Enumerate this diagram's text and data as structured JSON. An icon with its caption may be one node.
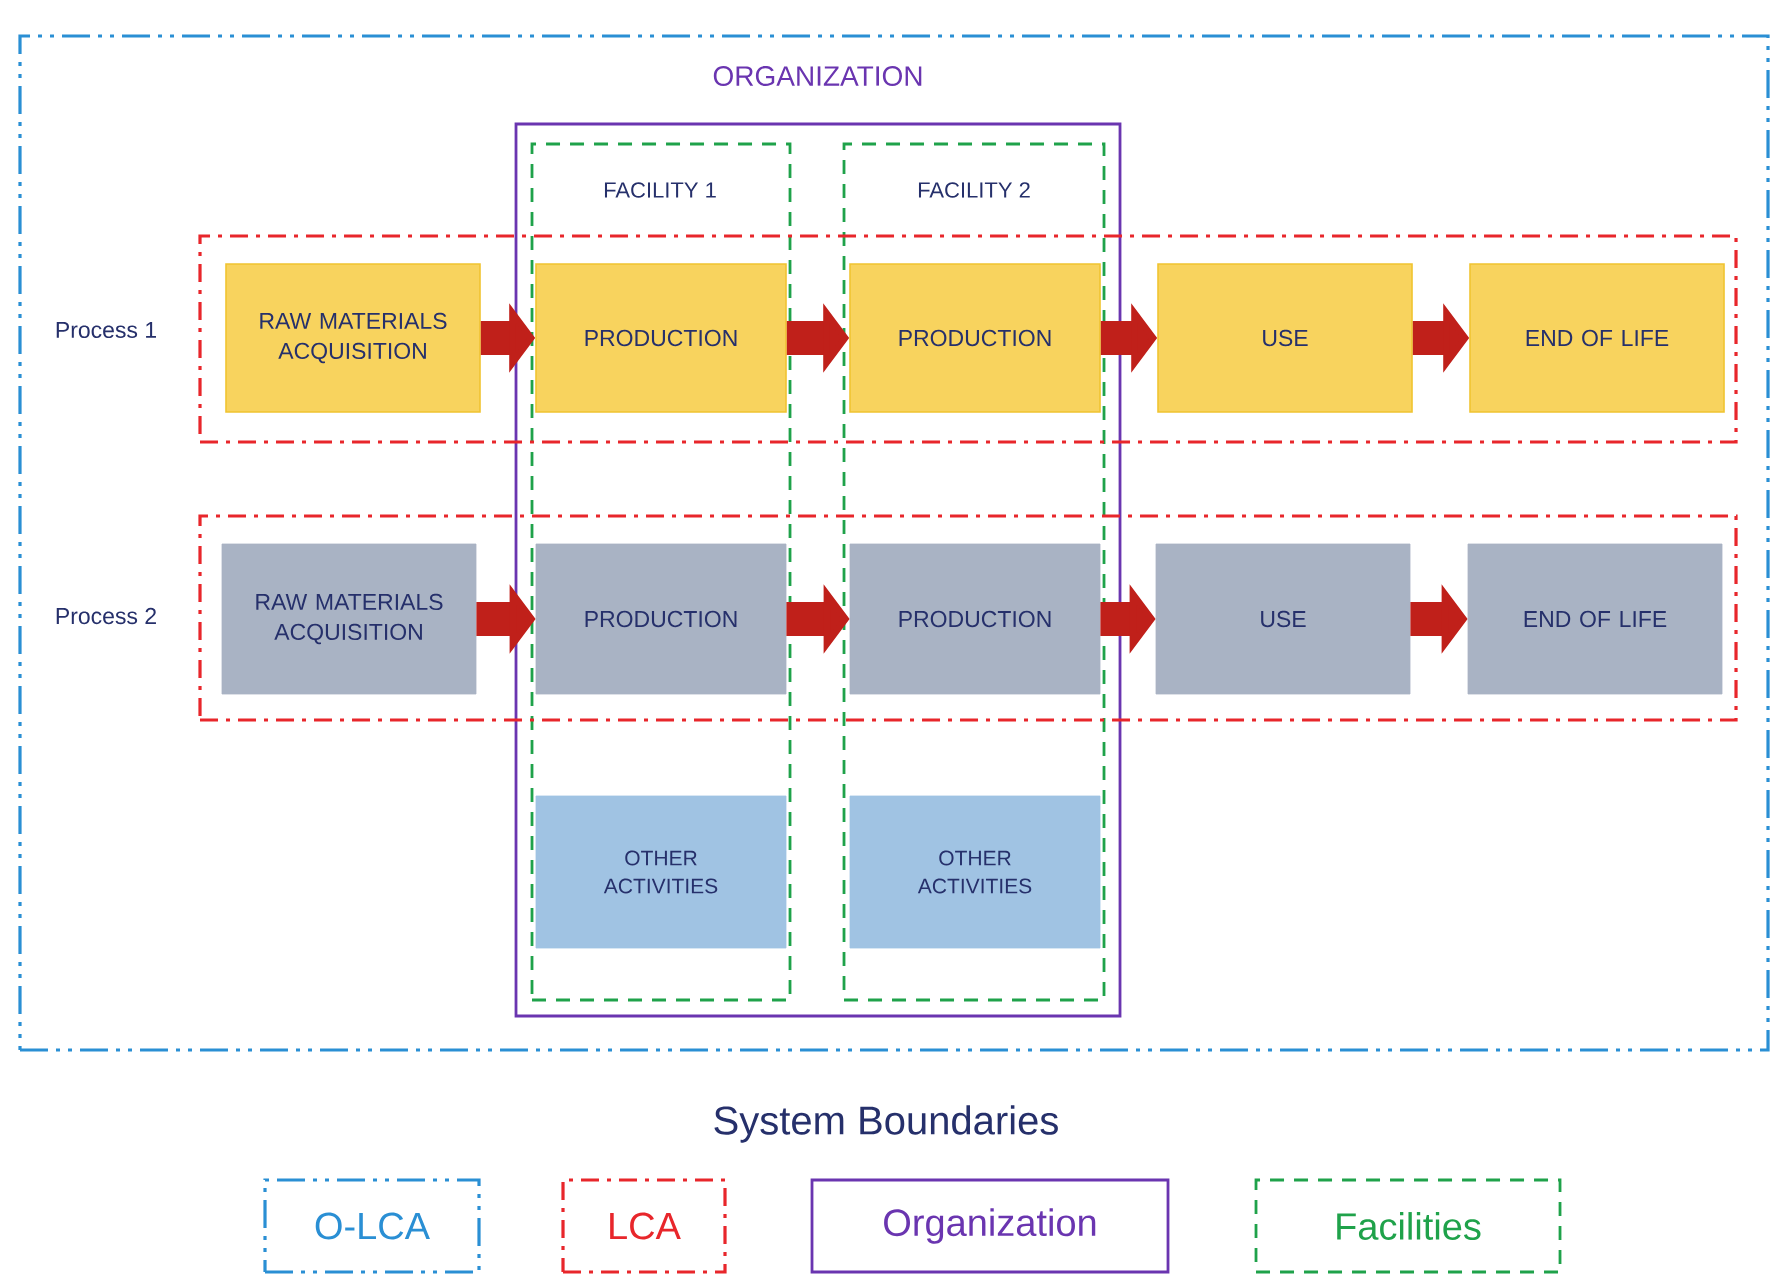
{
  "diagram": {
    "nodes": [
      {
        "text": [],
        "shape": "box"
      },
      {
        "text": [
          "ORGANIZATION"
        ],
        "in": 0
      },
      {
        "text": [
          "FACILITY 1"
        ],
        "in": 1
      },
      {
        "text": [
          "FACILITY 2"
        ],
        "in": 1
      },
      {
        "text": [
          "Process 1"
        ],
        "in": 0
      },
      {
        "text": [
          "Process 2"
        ],
        "in": 0
      },
      {
        "text": [
          "RAW MATERIALS ACQUISITION"
        ],
        "in": 4
      },
      {
        "text": [
          "PRODUCTION"
        ]
      },
      {
        "text": [
          "PRODUCTION"
        ]
      },
      {
        "text": [
          "USE"
        ],
        "in": 4
      },
      {
        "text": [
          "END OF LIFE"
        ],
        "in": 4
      },
      {
        "text": [
          "RAW MATERIALS ACQUISITION"
        ],
        "in": 5
      },
      {
        "text": [
          "PRODUCTION"
        ]
      },
      {
        "text": [
          "PRODUCTION"
        ]
      },
      {
        "text": [
          "USE"
        ],
        "in": 5
      },
      {
        "text": [
          "END OF LIFE"
        ],
        "in": 5
      },
      {
        "text": [
          "OTHER ACTIVITIES"
        ],
        "in": 2
      },
      {
        "text": [
          "OTHER ACTIVITIES"
        ],
        "in": 3
      }
    ],
    "edges": [
      {
        "from": 6,
        "to": 7,
        "arrow": "to"
      },
      {
        "from": 7,
        "to": 8,
        "arrow": "to"
      },
      {
        "from": 8,
        "to": 9,
        "arrow": "to"
      },
      {
        "from": 9,
        "to": 10,
        "arrow": "to"
      },
      {
        "from": 11,
        "to": 12,
        "arrow": "to"
      },
      {
        "from": 12,
        "to": 13,
        "arrow": "to"
      },
      {
        "from": 13,
        "to": 14,
        "arrow": "to"
      },
      {
        "from": 14,
        "to": 15,
        "arrow": "to"
      }
    ],
    "labels": [
      "System Boundaries"
    ],
    "legend": [
      {
        "text": "O-LCA"
      },
      {
        "text": "LCA"
      },
      {
        "text": "Organization"
      },
      {
        "text": "Facilities"
      }
    ]
  }
}
